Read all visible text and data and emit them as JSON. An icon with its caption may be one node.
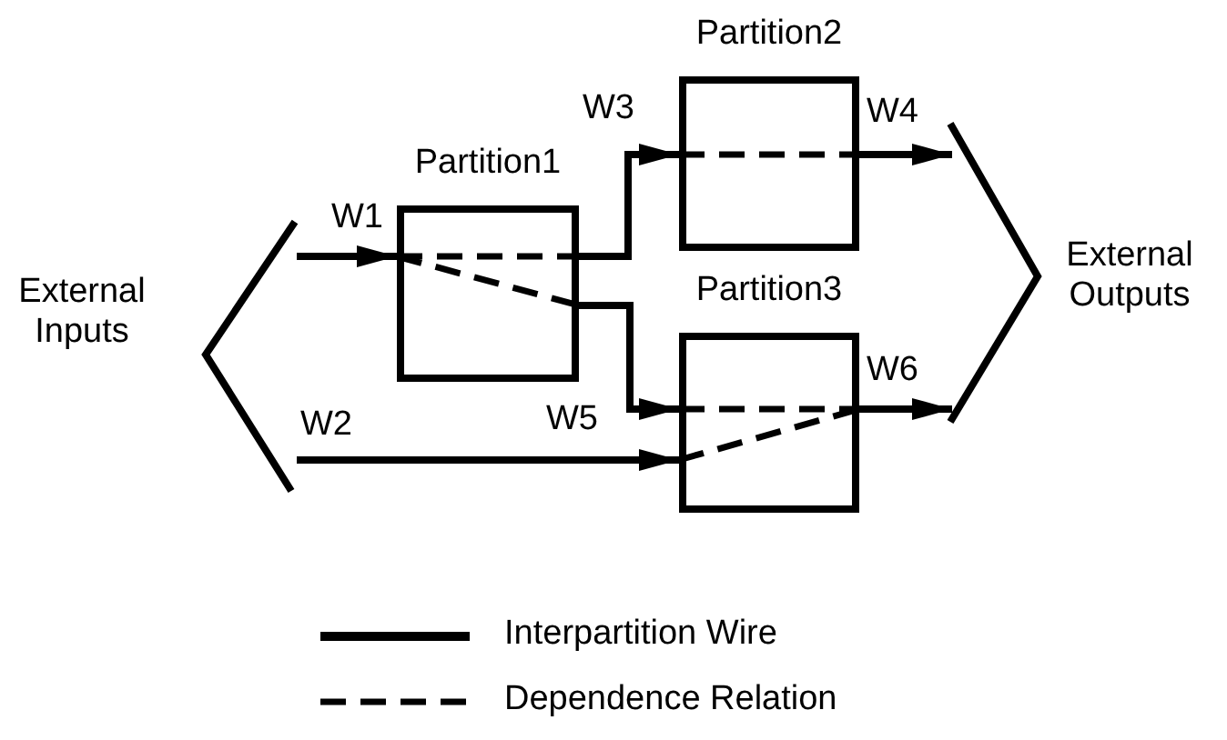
{
  "diagram": {
    "nodes": [
      {
        "text": [
          "External Inputs"
        ]
      },
      {
        "text": [
          "Partition1"
        ]
      },
      {
        "text": [
          "Partition2"
        ]
      },
      {
        "text": [
          "Partition3"
        ]
      },
      {
        "text": [
          "External Outputs"
        ]
      }
    ],
    "edges": [
      {
        "from": 0,
        "to": 1,
        "arrow": "to",
        "label": "W1"
      },
      {
        "from": 0,
        "to": 3,
        "arrow": "to",
        "label": "W2"
      },
      {
        "from": 1,
        "to": 2,
        "arrow": "to",
        "label": "W3"
      },
      {
        "from": 2,
        "to": 4,
        "arrow": "to",
        "label": "W4"
      },
      {
        "from": 1,
        "to": 3,
        "arrow": "to",
        "label": "W5"
      },
      {
        "from": 3,
        "to": 4,
        "arrow": "to",
        "label": "W6"
      }
    ],
    "legend": [
      {
        "text": "Interpartition Wire"
      },
      {
        "text": "Dependence Relation"
      }
    ]
  }
}
